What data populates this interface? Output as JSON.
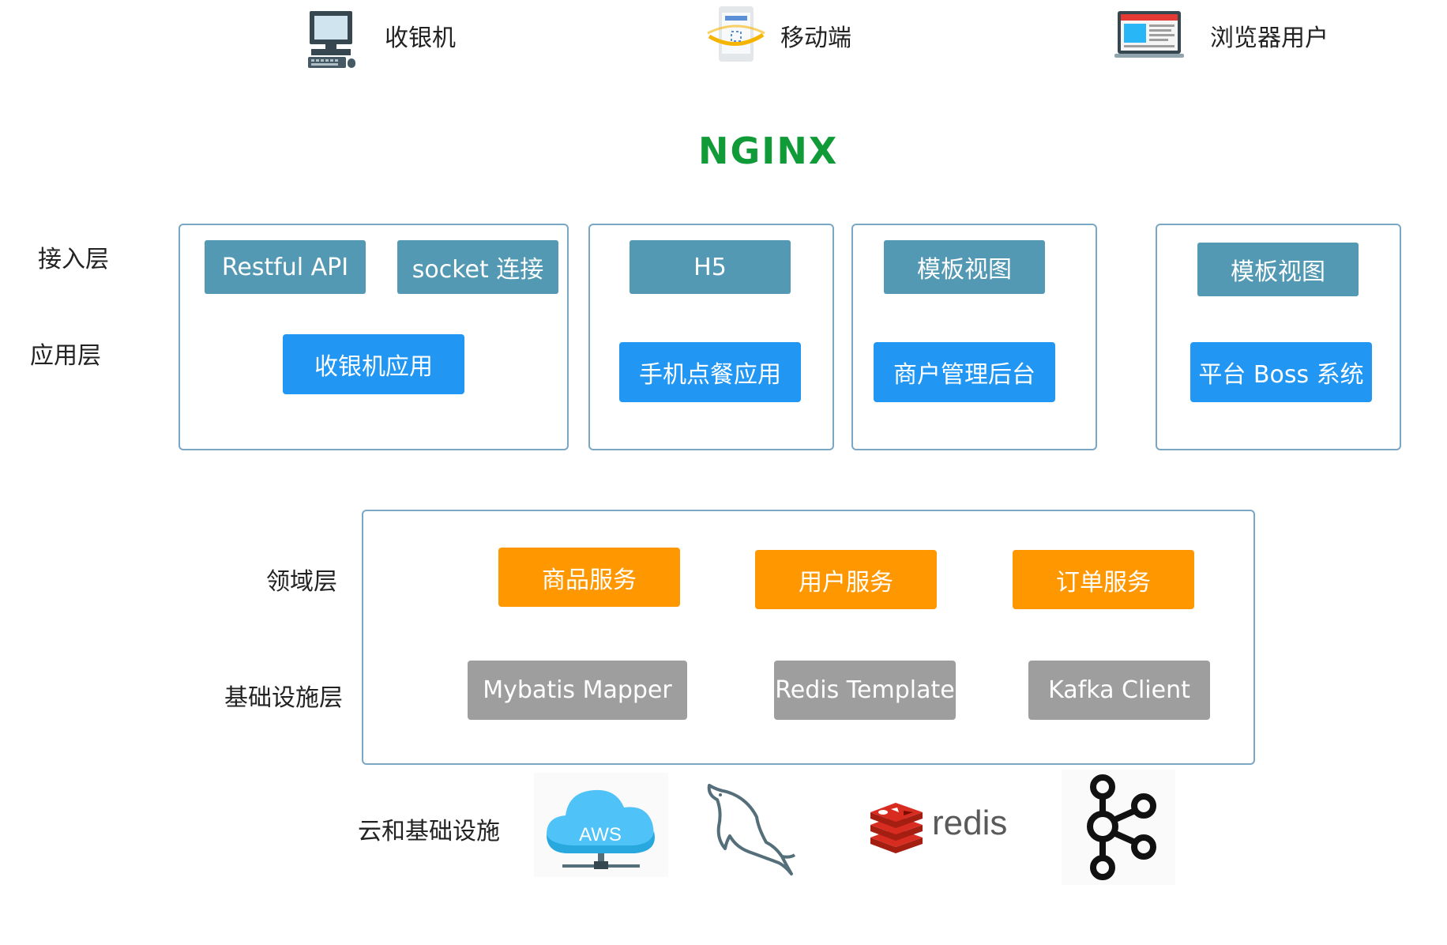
{
  "clients": {
    "cashier": "收银机",
    "mobile": "移动端",
    "browser": "浏览器用户"
  },
  "gateway": "NGINX",
  "layers": {
    "access": "接入层",
    "application": "应用层",
    "domain": "领域层",
    "infrastructure": "基础设施层",
    "cloud": "云和基础设施"
  },
  "groups": [
    {
      "access": [
        "Restful API",
        "socket 连接"
      ],
      "app": "收银机应用"
    },
    {
      "access": [
        "H5"
      ],
      "app": "手机点餐应用"
    },
    {
      "access": [
        "模板视图"
      ],
      "app": "商户管理后台"
    },
    {
      "access": [
        "模板视图"
      ],
      "app": "平台 Boss 系统"
    }
  ],
  "services": [
    "商品服务",
    "用户服务",
    "订单服务"
  ],
  "infra": [
    "Mybatis Mapper",
    "Redis Template",
    "Kafka Client"
  ],
  "cloud_logos": {
    "aws": "AWS",
    "redis": "redis"
  },
  "colors": {
    "teal": "#5499b3",
    "blue": "#2196f3",
    "orange": "#ff9800",
    "gray": "#9e9e9e",
    "nginx": "#109b38"
  }
}
